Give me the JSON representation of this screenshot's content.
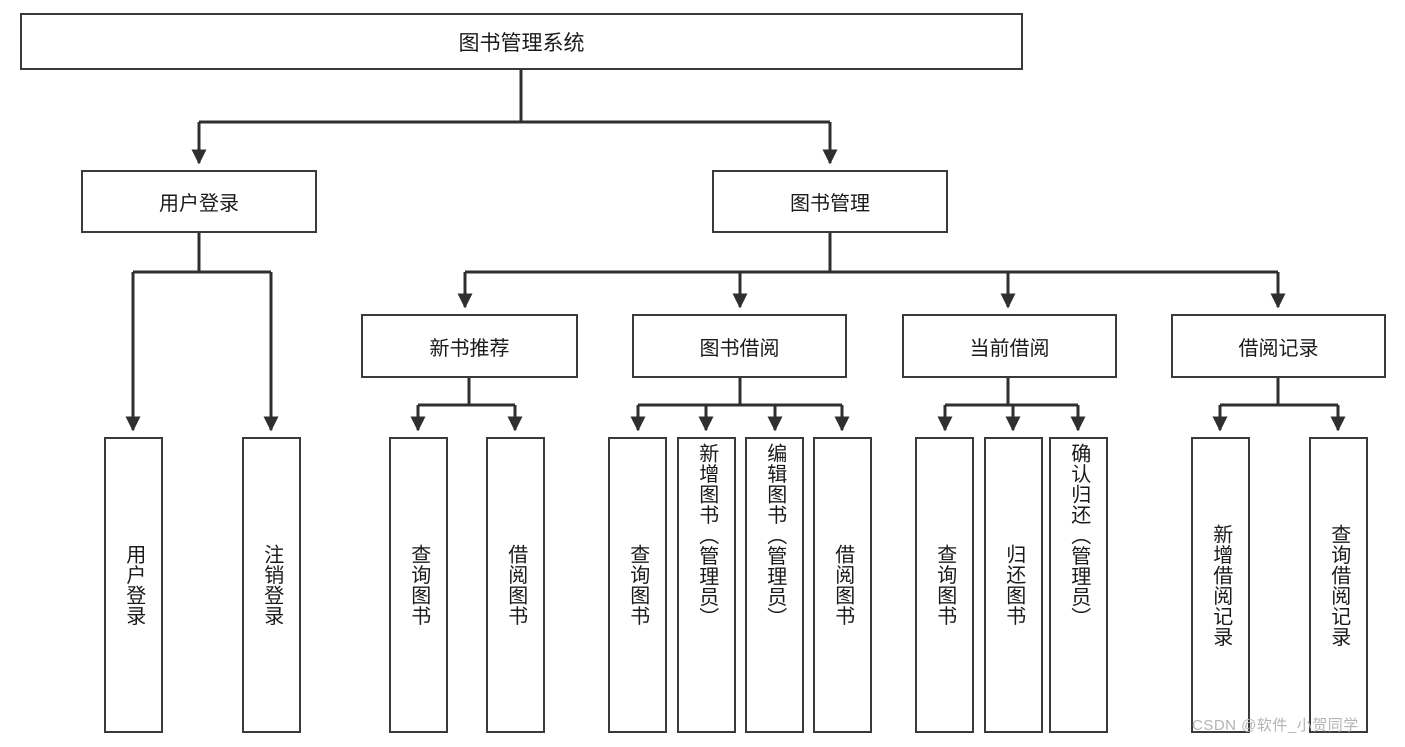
{
  "diagram": {
    "title": "图书管理系统",
    "type": "hierarchy-tree",
    "watermark": "CSDN @软件_小贺同学",
    "colors": {
      "stroke": "#3a3a3a",
      "fill": "#ffffff",
      "text": "#1a1a1a",
      "watermark": "#b4b4b4"
    },
    "root": {
      "label": "图书管理系统"
    },
    "level2": [
      {
        "label": "用户登录"
      },
      {
        "label": "图书管理"
      }
    ],
    "level3": [
      {
        "label": "新书推荐"
      },
      {
        "label": "图书借阅"
      },
      {
        "label": "当前借阅"
      },
      {
        "label": "借阅记录"
      }
    ],
    "leaves": {
      "user_login": [
        {
          "label": "用户登录"
        },
        {
          "label": "注销登录"
        }
      ],
      "new_book_recommend": [
        {
          "label": "查询图书"
        },
        {
          "label": "借阅图书"
        }
      ],
      "book_borrow": [
        {
          "label": "查询图书"
        },
        {
          "label": "新增图书（管理员）"
        },
        {
          "label": "编辑图书（管理员）"
        },
        {
          "label": "借阅图书"
        }
      ],
      "current_borrow": [
        {
          "label": "查询图书"
        },
        {
          "label": "归还图书"
        },
        {
          "label": "确认归还（管理员）"
        }
      ],
      "borrow_record": [
        {
          "label": "新增借阅记录"
        },
        {
          "label": "查询借阅记录"
        }
      ]
    }
  }
}
